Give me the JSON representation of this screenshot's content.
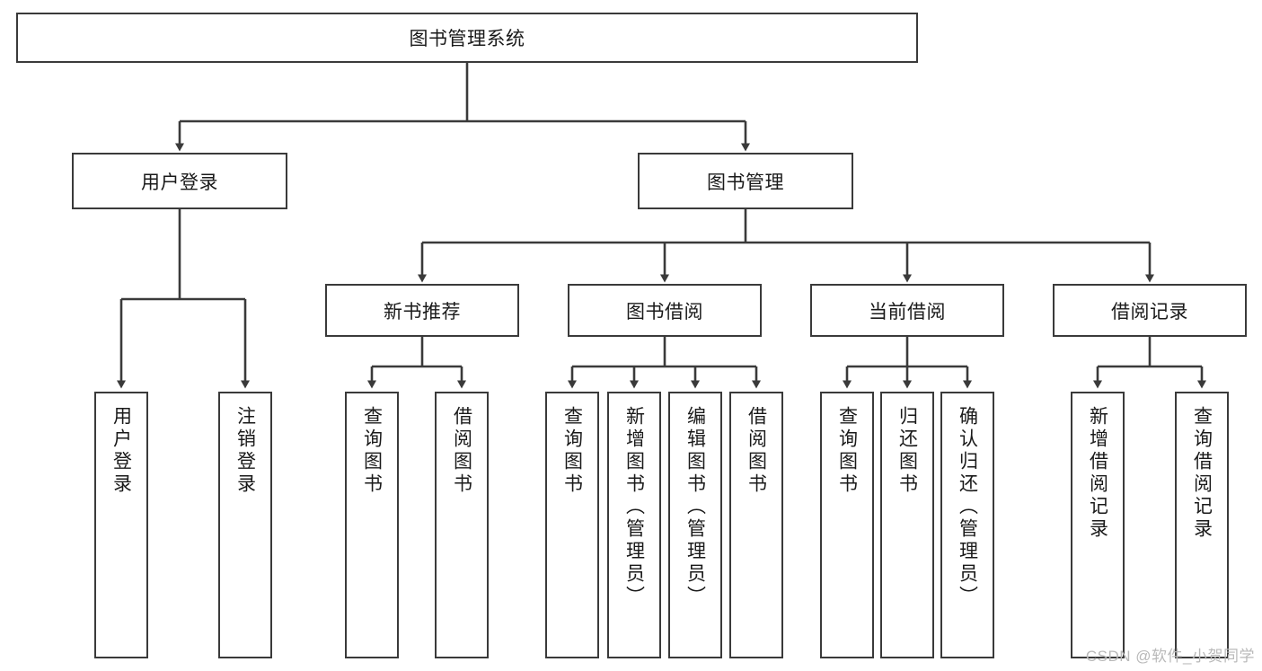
{
  "diagram": {
    "type": "tree",
    "title": "图书管理系统",
    "root": {
      "label": "图书管理系统"
    },
    "level1": [
      {
        "label": "用户登录"
      },
      {
        "label": "图书管理"
      }
    ],
    "level2": [
      {
        "label": "新书推荐"
      },
      {
        "label": "图书借阅"
      },
      {
        "label": "当前借阅"
      },
      {
        "label": "借阅记录"
      }
    ],
    "leaves": {
      "user_login": [
        {
          "label": "用户登录"
        },
        {
          "label": "注销登录"
        }
      ],
      "new_book_recommend": [
        {
          "label": "查询图书"
        },
        {
          "label": "借阅图书"
        }
      ],
      "book_borrow": [
        {
          "label": "查询图书"
        },
        {
          "label": "新增图书（管理员）"
        },
        {
          "label": "编辑图书（管理员）"
        },
        {
          "label": "借阅图书"
        }
      ],
      "current_borrow": [
        {
          "label": "查询图书"
        },
        {
          "label": "归还图书"
        },
        {
          "label": "确认归还（管理员）"
        }
      ],
      "borrow_record": [
        {
          "label": "新增借阅记录"
        },
        {
          "label": "查询借阅记录"
        }
      ]
    },
    "watermark": "CSDN @软件_小贺同学",
    "colors": {
      "stroke": "#3a3a3a",
      "background": "#ffffff",
      "text": "#1a1a1a",
      "watermark": "#b9b9b9"
    }
  }
}
